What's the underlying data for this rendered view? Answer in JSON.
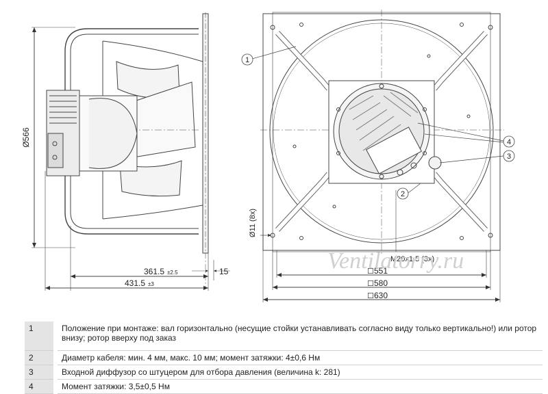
{
  "drawing": {
    "side_view": {
      "diameter_label": "Ø566",
      "dim_361": "361.5",
      "tol_361": "±2.5",
      "dim_431": "431.5",
      "tol_431": "±3",
      "dim_15": "15"
    },
    "front_view": {
      "hole_label": "Ø11 (8x)",
      "thread_label": "M20x1.5 (3x)",
      "dim_551": "551",
      "dim_580": "580",
      "dim_630": "630",
      "square_symbol": "☐",
      "callout_1": "1",
      "callout_2": "2",
      "callout_3": "3",
      "callout_4": "4"
    },
    "watermark": "Ventilatorry.ru"
  },
  "notes": [
    {
      "num": "1",
      "text": "Положение при монтаже: вал горизонтально (несущие стойки устанавливать согласно виду только вертикально!) или ротор внизу; ротор вверху под заказ"
    },
    {
      "num": "2",
      "text": "Диаметр кабеля: мин. 4 мм, макс. 10 мм; момент затяжки: 4±0,6 Нм"
    },
    {
      "num": "3",
      "text": "Входной диффузор со штуцером для отбора давления (величина k: 281)"
    },
    {
      "num": "4",
      "text": "Момент затяжки: 3,5±0,5 Нм"
    }
  ]
}
